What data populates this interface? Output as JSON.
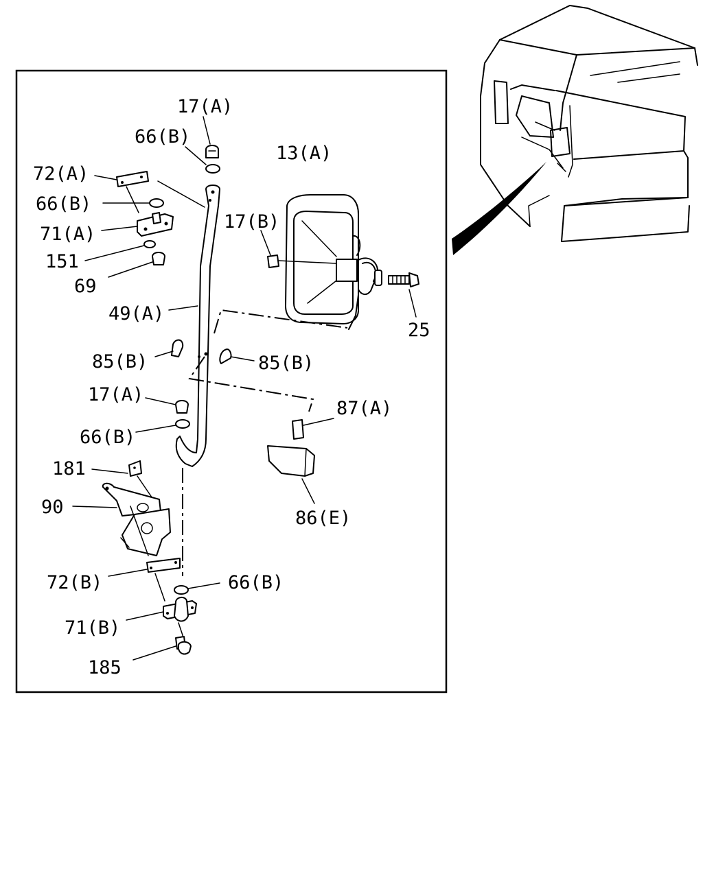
{
  "labels": {
    "p17a_top": "17(A)",
    "p66b_top": "66(B)",
    "p13a": "13(A)",
    "p72a": "72(A)",
    "p66b_left": "66(B)",
    "p17b": "17(B)",
    "p71a": "71(A)",
    "p151": "151",
    "p69": "69",
    "p25": "25",
    "p49a": "49(A)",
    "p85b_left": "85(B)",
    "p85b_right": "85(B)",
    "p17a_mid": "17(A)",
    "p87a": "87(A)",
    "p66b_mid": "66(B)",
    "p181": "181",
    "p86e": "86(E)",
    "p90": "90",
    "p72b": "72(B)",
    "p66b_bottom": "66(B)",
    "p71b": "71(B)",
    "p185": "185"
  }
}
